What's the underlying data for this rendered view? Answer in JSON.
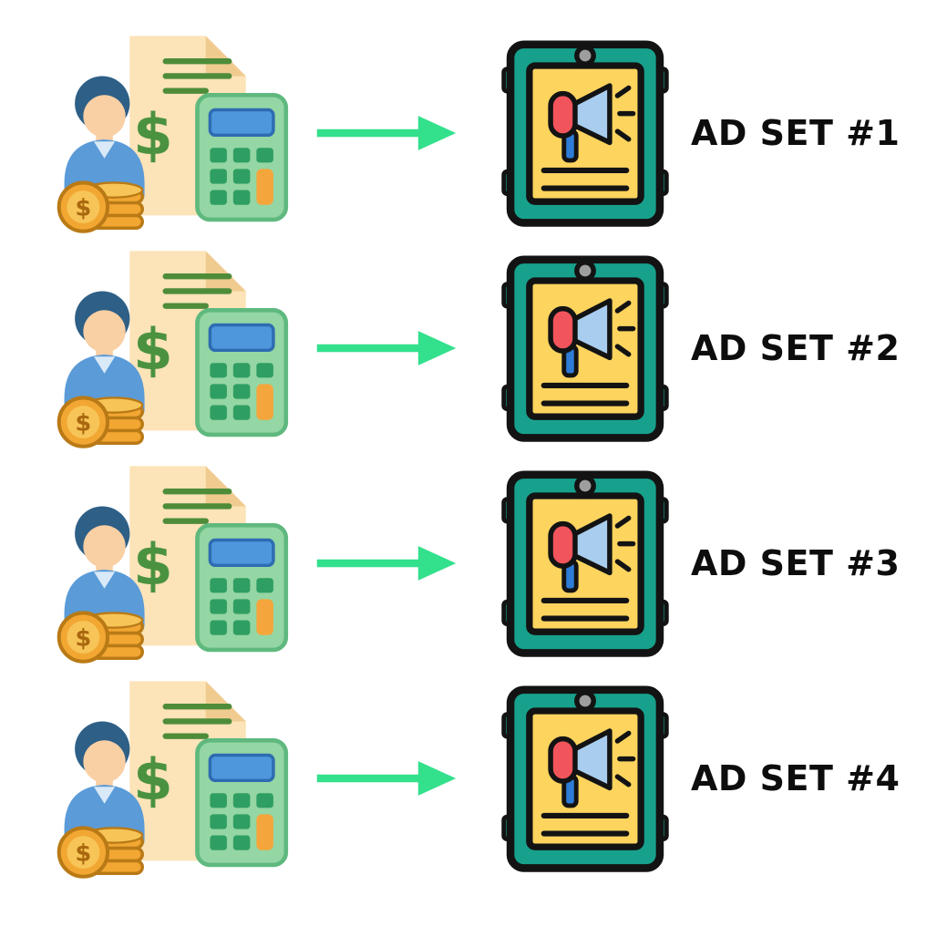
{
  "page": {
    "background": "#ffffff"
  },
  "colors": {
    "arrow": "#33e08c",
    "teal": "#17a18c",
    "yellow": "#fcd45e",
    "label": "#0d0d0d",
    "background": "#ffffff"
  },
  "rows": [
    {
      "label": "AD SET #1",
      "left_icon": "budget-calculator-icon",
      "connector_icon": "arrow-right-icon",
      "right_icon": "ad-set-clipboard-icon"
    },
    {
      "label": "AD SET #2",
      "left_icon": "budget-calculator-icon",
      "connector_icon": "arrow-right-icon",
      "right_icon": "ad-set-clipboard-icon"
    },
    {
      "label": "AD SET #3",
      "left_icon": "budget-calculator-icon",
      "connector_icon": "arrow-right-icon",
      "right_icon": "ad-set-clipboard-icon"
    },
    {
      "label": "AD SET #4",
      "left_icon": "budget-calculator-icon",
      "connector_icon": "arrow-right-icon",
      "right_icon": "ad-set-clipboard-icon"
    }
  ]
}
